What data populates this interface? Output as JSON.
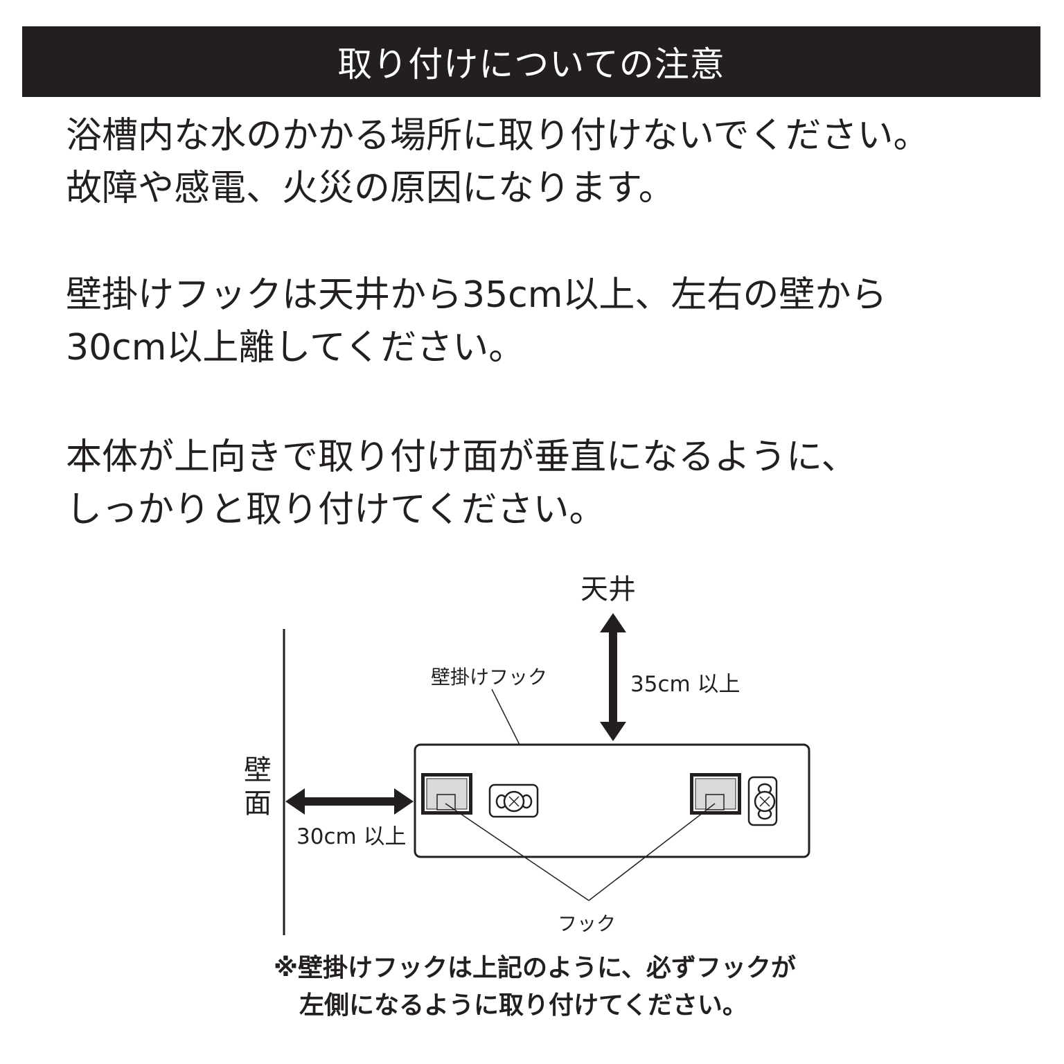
{
  "header": {
    "title": "取り付けについての注意"
  },
  "notes": [
    {
      "lines": [
        "浴槽内な水のかかる場所に取り付けないでください。",
        "故障や感電、火災の原因になります。"
      ]
    },
    {
      "lines": [
        "壁掛けフックは天井から35cm以上、左右の壁から",
        "30cm以上離してください。"
      ]
    },
    {
      "lines": [
        "本体が上向きで取り付け面が垂直になるように、",
        "しっかりと取り付けてください。"
      ]
    }
  ],
  "diagram": {
    "ceiling_label": "天井",
    "ceiling_distance": "35cm 以上",
    "wall_label": "壁面",
    "wall_distance": "30cm 以上",
    "hook_mount_label": "壁掛けフック",
    "hook_label": "フック"
  },
  "footnote": {
    "lines": [
      "※壁掛けフックは上記のように、必ずフックが",
      "左側になるように取り付けてください。"
    ]
  }
}
